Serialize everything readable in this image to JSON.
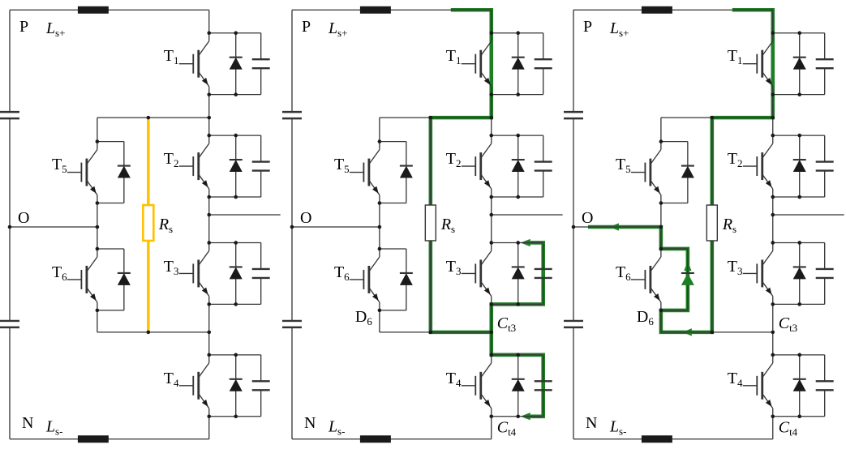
{
  "figure": {
    "description": "Three commutation states of a three-level converter phase leg with balancing resistor Rs, snubber capacitors and clamp diode",
    "colors": {
      "wire": "#333333",
      "device_fill": "#1a1a1a",
      "highlight_orange": "#ffc000",
      "highlight_green": "#1e7e24",
      "background": "#ffffff"
    },
    "panels": [
      {
        "name": "state-rs-highlighted",
        "highlight": "orange-rs",
        "labels": {
          "P": {
            "text": "P"
          },
          "Lsp": {
            "text": "L",
            "sub": "s+",
            "italic": true
          },
          "T1": {
            "text": "T",
            "sub": "1"
          },
          "T5": {
            "text": "T",
            "sub": "5"
          },
          "T2": {
            "text": "T",
            "sub": "2"
          },
          "O": {
            "text": "O"
          },
          "Rs": {
            "text": "R",
            "sub": "s",
            "italic": true
          },
          "T6": {
            "text": "T",
            "sub": "6"
          },
          "T3": {
            "text": "T",
            "sub": "3"
          },
          "T4": {
            "text": "T",
            "sub": "4"
          },
          "N": {
            "text": "N"
          },
          "Lsm": {
            "text": "L",
            "sub": "s-",
            "italic": true
          }
        }
      },
      {
        "name": "state-snubber-cap-charging",
        "highlight": "green-caps",
        "labels": {
          "P": {
            "text": "P"
          },
          "Lsp": {
            "text": "L",
            "sub": "s+",
            "italic": true
          },
          "T1": {
            "text": "T",
            "sub": "1"
          },
          "T5": {
            "text": "T",
            "sub": "5"
          },
          "T2": {
            "text": "T",
            "sub": "2"
          },
          "O": {
            "text": "O"
          },
          "Rs": {
            "text": "R",
            "sub": "s",
            "italic": true
          },
          "T6": {
            "text": "T",
            "sub": "6"
          },
          "T3": {
            "text": "T",
            "sub": "3"
          },
          "D6": {
            "text": "D",
            "sub": "6"
          },
          "Ct3": {
            "text": "C",
            "sub": "t3",
            "italic": true
          },
          "T4": {
            "text": "T",
            "sub": "4"
          },
          "N": {
            "text": "N"
          },
          "Lsm": {
            "text": "L",
            "sub": "s-",
            "italic": true
          },
          "Ct4": {
            "text": "C",
            "sub": "t4",
            "italic": true
          }
        }
      },
      {
        "name": "state-d6-neutral-path",
        "highlight": "green-d6",
        "labels": {
          "P": {
            "text": "P"
          },
          "Lsp": {
            "text": "L",
            "sub": "s+",
            "italic": true
          },
          "T1": {
            "text": "T",
            "sub": "1"
          },
          "T5": {
            "text": "T",
            "sub": "5"
          },
          "T2": {
            "text": "T",
            "sub": "2"
          },
          "O": {
            "text": "O"
          },
          "Rs": {
            "text": "R",
            "sub": "s",
            "italic": true
          },
          "T6": {
            "text": "T",
            "sub": "6"
          },
          "T3": {
            "text": "T",
            "sub": "3"
          },
          "D6": {
            "text": "D",
            "sub": "6"
          },
          "Ct3": {
            "text": "C",
            "sub": "t3",
            "italic": true
          },
          "T4": {
            "text": "T",
            "sub": "4"
          },
          "N": {
            "text": "N"
          },
          "Lsm": {
            "text": "L",
            "sub": "s-",
            "italic": true
          },
          "Ct4": {
            "text": "C",
            "sub": "t4",
            "italic": true
          }
        }
      }
    ]
  }
}
